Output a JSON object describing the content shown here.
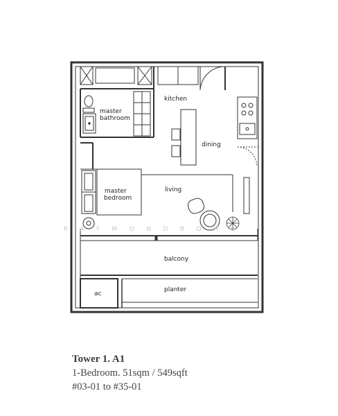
{
  "plan": {
    "rooms": {
      "kitchen": "kitchen",
      "master_bathroom_1": "master",
      "master_bathroom_2": "bathroom",
      "dining": "dining",
      "master_bedroom_1": "master",
      "master_bedroom_2": "bedroom",
      "living": "living",
      "balcony": "balcony",
      "planter": "planter",
      "ac": "ac"
    },
    "watermark": "RAYMONDBOHO"
  },
  "caption": {
    "title": "Tower 1. A1",
    "line1": "1-Bedroom. 51sqm / 549sqft",
    "line2": "#03-01 to #35-01"
  }
}
